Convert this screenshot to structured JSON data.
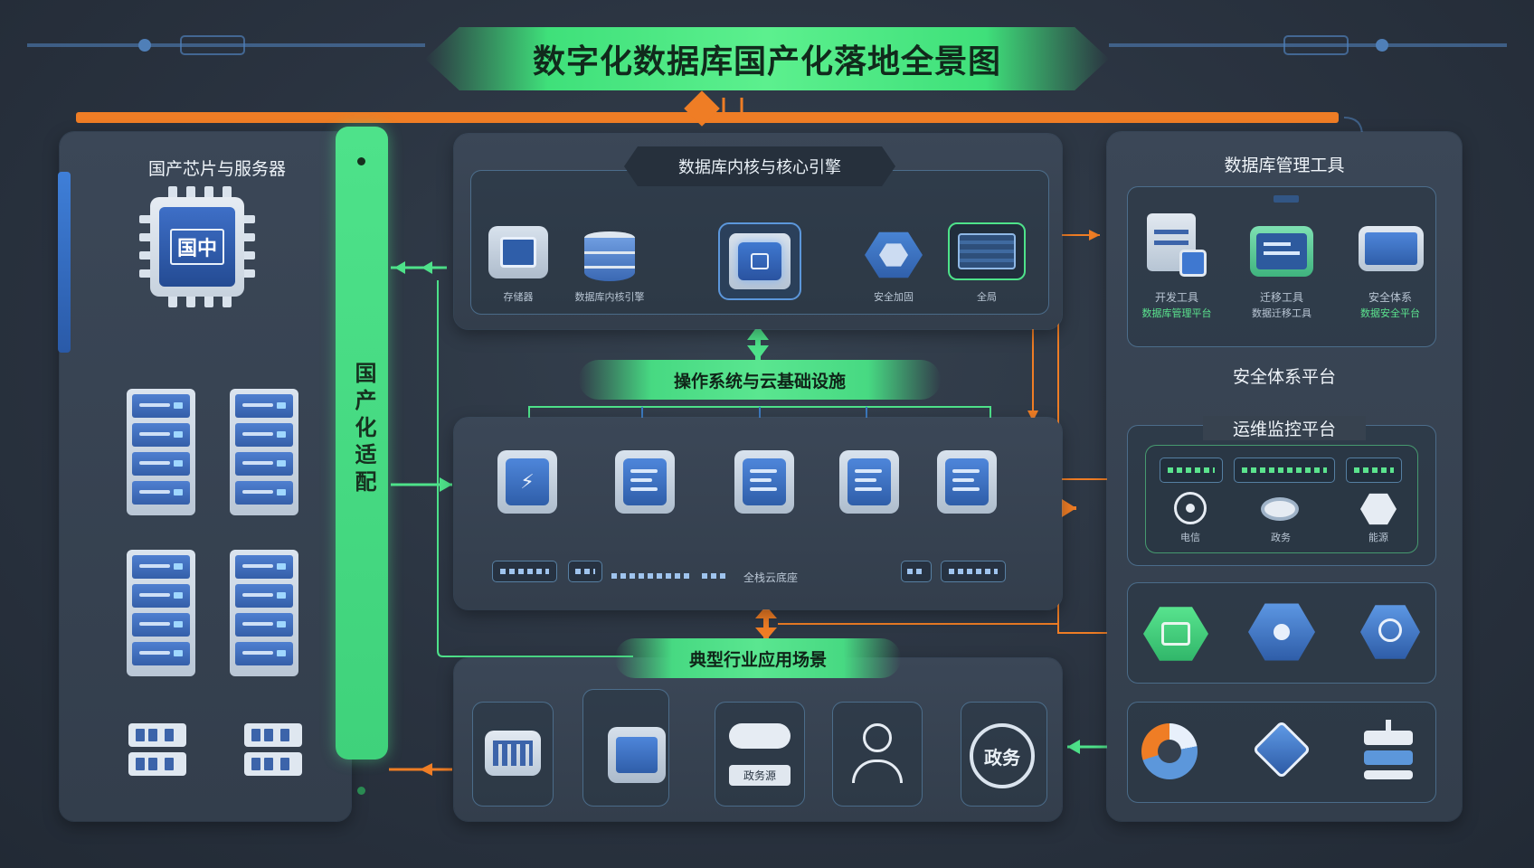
{
  "title": "数字化数据库国产化落地全景图",
  "bus_label": "国产化适配",
  "colors": {
    "green": "#4ee28a",
    "orange": "#ef7d25",
    "blue": "#3e6fc7",
    "panel": "#3b4757"
  },
  "left_panel": {
    "heading": "国产芯片与服务器",
    "chip_label": "国中"
  },
  "kernel_panel": {
    "heading": "数据库内核与核心引擎",
    "items": [
      {
        "icon": "chip-icon",
        "caption": "存储器"
      },
      {
        "icon": "database-icon",
        "caption": "数据库内核引擎"
      },
      {
        "icon": "core-processor-icon",
        "caption": ""
      },
      {
        "icon": "shield-icon",
        "caption": "安全加固"
      },
      {
        "icon": "monitor-icon",
        "caption": "全局"
      }
    ]
  },
  "os_panel": {
    "heading": "操作系统与云基础设施",
    "strip_caption": "全栈云底座"
  },
  "scenes_panel": {
    "heading": "典型行业应用场景",
    "items": [
      {
        "icon": "bank-terminal-icon",
        "caption": ""
      },
      {
        "icon": "dashboard-icon",
        "caption": ""
      },
      {
        "icon": "finance-icon",
        "caption": "政务源"
      },
      {
        "icon": "operator-icon",
        "caption": ""
      },
      {
        "icon": "gov-affairs-icon",
        "caption": "政务"
      }
    ]
  },
  "right_panel": {
    "heading": "数据库管理工具",
    "tools": [
      {
        "icon": "admin-computer-icon",
        "label": "开发工具",
        "sub": "数据库管理平台"
      },
      {
        "icon": "terminal-icon",
        "label": "迁移工具",
        "sub": "数据迁移工具"
      },
      {
        "icon": "display-icon",
        "label": "安全体系",
        "sub": "数据安全平台"
      }
    ],
    "security_heading": "安全体系平台",
    "ops_heading": "运维监控平台",
    "ops_items": [
      {
        "icon": "alert-icon",
        "caption": "电信"
      },
      {
        "icon": "storage-disk-icon",
        "caption": "政务"
      },
      {
        "icon": "cube-icon",
        "caption": "能源"
      }
    ],
    "hex_items": [
      {
        "icon": "network-hex-icon"
      },
      {
        "icon": "node-hex-icon"
      },
      {
        "icon": "user-hex-icon"
      }
    ],
    "bottom_items": [
      {
        "icon": "donut-chart-icon"
      },
      {
        "icon": "diamond-node-icon"
      },
      {
        "icon": "server-stack-icon"
      }
    ]
  }
}
